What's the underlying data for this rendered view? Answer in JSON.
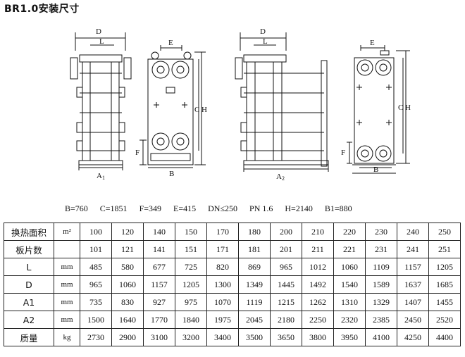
{
  "title": "BR1.0安装尺寸",
  "drawing": {
    "left": {
      "label_D": "D",
      "label_L": "L",
      "label_A": "A",
      "label_A_sub": "1",
      "label_E": "E",
      "label_C": "C",
      "label_H": "H",
      "label_F": "F",
      "label_B": "B"
    },
    "right": {
      "label_D": "D",
      "label_L": "L",
      "label_A": "A",
      "label_A_sub": "2",
      "label_E": "E",
      "label_C": "C",
      "label_H": "H",
      "label_F": "F",
      "label_B": "B"
    }
  },
  "params": [
    "B=760",
    "C=1851",
    "F=349",
    "E=415",
    "DN≤250",
    "PN 1.6",
    "H=2140",
    "B1=880"
  ],
  "table": {
    "rows": [
      {
        "name": "换热面积",
        "unit": "m²",
        "values": [
          "100",
          "120",
          "140",
          "150",
          "170",
          "180",
          "200",
          "210",
          "220",
          "230",
          "240",
          "250"
        ]
      },
      {
        "name": "板片数",
        "unit": "",
        "values": [
          "101",
          "121",
          "141",
          "151",
          "171",
          "181",
          "201",
          "211",
          "221",
          "231",
          "241",
          "251"
        ]
      },
      {
        "name": "L",
        "unit": "mm",
        "values": [
          "485",
          "580",
          "677",
          "725",
          "820",
          "869",
          "965",
          "1012",
          "1060",
          "1109",
          "1157",
          "1205"
        ]
      },
      {
        "name": "D",
        "unit": "mm",
        "values": [
          "965",
          "1060",
          "1157",
          "1205",
          "1300",
          "1349",
          "1445",
          "1492",
          "1540",
          "1589",
          "1637",
          "1685"
        ]
      },
      {
        "name": "A1",
        "unit": "mm",
        "values": [
          "735",
          "830",
          "927",
          "975",
          "1070",
          "1119",
          "1215",
          "1262",
          "1310",
          "1329",
          "1407",
          "1455"
        ]
      },
      {
        "name": "A2",
        "unit": "mm",
        "values": [
          "1500",
          "1640",
          "1770",
          "1840",
          "1975",
          "2045",
          "2180",
          "2250",
          "2320",
          "2385",
          "2450",
          "2520"
        ]
      },
      {
        "name": "质量",
        "unit": "kg",
        "values": [
          "2730",
          "2900",
          "3100",
          "3200",
          "3400",
          "3500",
          "3650",
          "3800",
          "3950",
          "4100",
          "4250",
          "4400"
        ]
      }
    ]
  }
}
